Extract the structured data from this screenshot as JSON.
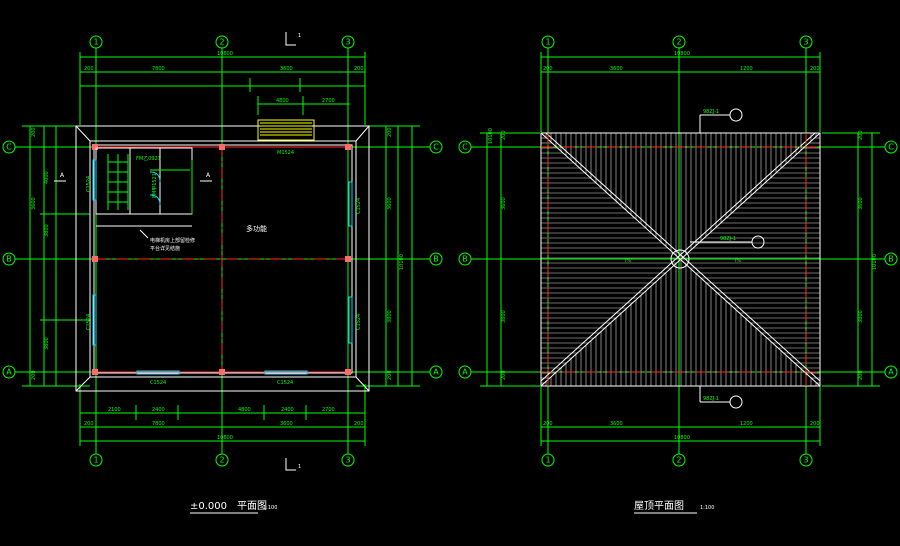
{
  "floor_plan": {
    "title": "±0.000　平面图",
    "scale": "1:100",
    "room_label": "多功能",
    "note_line1": "电梯机房上部留检修",
    "note_line2": "平台详见结施",
    "section_mark": "A",
    "cut_mark": "1",
    "dims_top_outer": "10800",
    "dims_top_a": [
      "200",
      "7800",
      "3600",
      "200"
    ],
    "dims_top_b": [
      "4800",
      "2700"
    ],
    "dims_bottom_a": [
      "2100",
      "2400",
      "4800",
      "2400",
      "2700"
    ],
    "dims_bottom_b": [
      "200",
      "7800",
      "3600",
      "200"
    ],
    "dims_bottom_outer": "10800",
    "dims_left": [
      "200",
      "4000",
      "3800",
      "3600",
      "3800",
      "200"
    ],
    "dims_right": [
      "200",
      "3600",
      "3800",
      "3800",
      "200"
    ],
    "dims_right_outer": "10100",
    "window_labels": [
      "C1524",
      "C1524",
      "C1524",
      "C1524",
      "C1524",
      "C1524"
    ],
    "door_label": "FM乙0921",
    "stair_tag": "FM甲1521",
    "entry_label": "M1524"
  },
  "roof_plan": {
    "title": "屋顶平面图",
    "scale": "1:100",
    "detail_ref": "98ZJ-1",
    "dims_top": [
      "200",
      "3600",
      "1200",
      "200"
    ],
    "dims_top_outer": "10800",
    "dims_bottom": [
      "200",
      "3600",
      "1200",
      "200"
    ],
    "dims_bottom_outer": "10800",
    "dims_left": [
      "200",
      "3600",
      "3800",
      "200"
    ],
    "dims_left_outer": "10100",
    "dims_right": [
      "200",
      "3600",
      "3800",
      "200"
    ],
    "dims_right_outer": "10100",
    "slope": "i%"
  },
  "axes": {
    "columns": [
      "1",
      "2",
      "3"
    ],
    "rows": [
      "C",
      "B",
      "A"
    ]
  }
}
